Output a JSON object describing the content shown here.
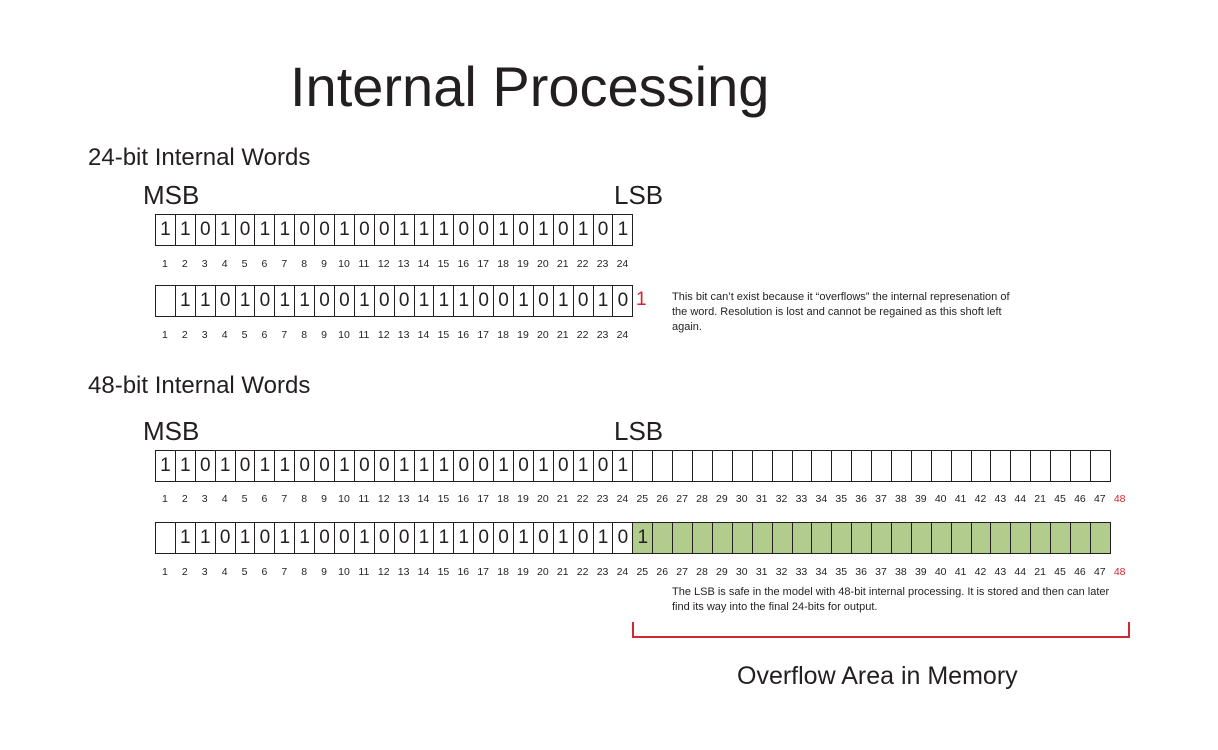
{
  "title": "Internal Processing",
  "section24": {
    "heading": "24-bit Internal Words",
    "msb": "MSB",
    "lsb": "LSB",
    "row1_bits": [
      "1",
      "1",
      "0",
      "1",
      "0",
      "1",
      "1",
      "0",
      "0",
      "1",
      "0",
      "0",
      "1",
      "1",
      "1",
      "0",
      "0",
      "1",
      "0",
      "1",
      "0",
      "1",
      "0",
      "1"
    ],
    "row2_bits": [
      "",
      "1",
      "1",
      "0",
      "1",
      "0",
      "1",
      "1",
      "0",
      "0",
      "1",
      "0",
      "0",
      "1",
      "1",
      "1",
      "0",
      "0",
      "1",
      "0",
      "1",
      "0",
      "1",
      "0"
    ],
    "overflow_bit": "1",
    "positions": [
      "1",
      "2",
      "3",
      "4",
      "5",
      "6",
      "7",
      "8",
      "9",
      "10",
      "11",
      "12",
      "13",
      "14",
      "15",
      "16",
      "17",
      "18",
      "19",
      "20",
      "21",
      "22",
      "23",
      "24"
    ],
    "note": "This bit can’t exist because it “overflows” the internal represenation of the word. Resolution is lost and cannot be regained as this shoft left again."
  },
  "section48": {
    "heading": "48-bit Internal Words",
    "msb": "MSB",
    "lsb": "LSB",
    "row1_bits": [
      "1",
      "1",
      "0",
      "1",
      "0",
      "1",
      "1",
      "0",
      "0",
      "1",
      "0",
      "0",
      "1",
      "1",
      "1",
      "0",
      "0",
      "1",
      "0",
      "1",
      "0",
      "1",
      "0",
      "1",
      "",
      "",
      "",
      "",
      "",
      "",
      "",
      "",
      "",
      "",
      "",
      "",
      "",
      "",
      "",
      "",
      "",
      "",
      "",
      "",
      "",
      "",
      "",
      ""
    ],
    "row2_bits": [
      "",
      "1",
      "1",
      "0",
      "1",
      "0",
      "1",
      "1",
      "0",
      "0",
      "1",
      "0",
      "0",
      "1",
      "1",
      "1",
      "0",
      "0",
      "1",
      "0",
      "1",
      "0",
      "1",
      "0",
      "1",
      "",
      "",
      "",
      "",
      "",
      "",
      "",
      "",
      "",
      "",
      "",
      "",
      "",
      "",
      "",
      "",
      "",
      "",
      "",
      "",
      "",
      "",
      ""
    ],
    "positions": [
      "1",
      "2",
      "3",
      "4",
      "5",
      "6",
      "7",
      "8",
      "9",
      "10",
      "11",
      "12",
      "13",
      "14",
      "15",
      "16",
      "17",
      "18",
      "19",
      "20",
      "21",
      "22",
      "23",
      "24",
      "25",
      "26",
      "27",
      "28",
      "29",
      "30",
      "31",
      "32",
      "33",
      "34",
      "35",
      "36",
      "37",
      "38",
      "39",
      "40",
      "41",
      "42",
      "43",
      "44",
      "21",
      "45",
      "46",
      "47",
      "48"
    ],
    "note": "The LSB is safe in the model with 48-bit internal processing. It is stored and then can later find its way into the final 24-bits for output.",
    "overflow_label": "Overflow Area in Memory"
  },
  "colors": {
    "text": "#231f20",
    "highlight": "#d22630",
    "overflow_fill": "#b2cc8d"
  }
}
